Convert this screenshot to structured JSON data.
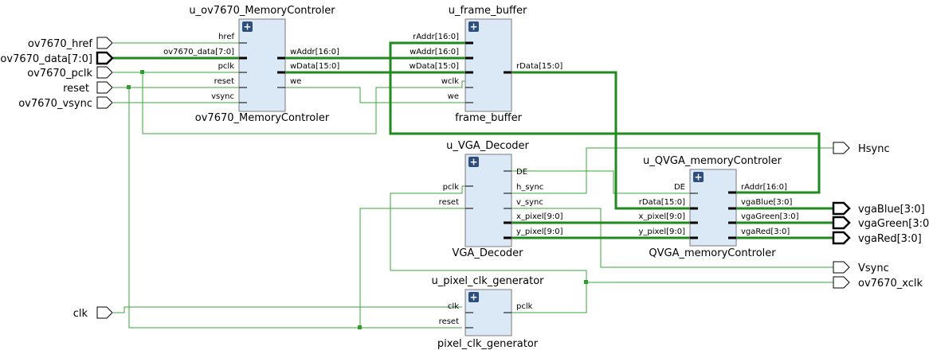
{
  "ports": {
    "ov7670_href": "ov7670_href",
    "ov7670_data": "ov7670_data[7:0]",
    "ov7670_pclk": "ov7670_pclk",
    "reset": "reset",
    "ov7670_vsync": "ov7670_vsync",
    "clk": "clk",
    "Hsync": "Hsync",
    "vgaBlue": "vgaBlue[3:0]",
    "vgaGreen": "vgaGreen[3:0]",
    "vgaRed": "vgaRed[3:0]",
    "Vsync": "Vsync",
    "ov7670_xclk": "ov7670_xclk"
  },
  "blocks": {
    "memctl": {
      "instance": "u_ov7670_MemoryControler",
      "module": "ov7670_MemoryControler",
      "pins": {
        "href": "href",
        "data": "ov7670_data[7:0]",
        "pclk": "pclk",
        "reset": "reset",
        "vsync": "vsync",
        "waddr": "wAddr[16:0]",
        "wdata": "wData[15:0]",
        "we": "we"
      }
    },
    "fb": {
      "instance": "u_frame_buffer",
      "module": "frame_buffer",
      "pins": {
        "raddr": "rAddr[16:0]",
        "waddr": "wAddr[16:0]",
        "wdata": "wData[15:0]",
        "wclk": "wclk",
        "we": "we",
        "rdata": "rData[15:0]"
      }
    },
    "vga": {
      "instance": "u_VGA_Decoder",
      "module": "VGA_Decoder",
      "pins": {
        "pclk": "pclk",
        "reset": "reset",
        "de": "DE",
        "hsync": "h_sync",
        "vsync": "v_sync",
        "xpix": "x_pixel[9:0]",
        "ypix": "y_pixel[9:0]"
      }
    },
    "qvga": {
      "instance": "u_QVGA_memoryControler",
      "module": "QVGA_memoryControler",
      "pins": {
        "de": "DE",
        "rdata": "rData[15:0]",
        "xpix": "x_pixel[9:0]",
        "ypix": "y_pixel[9:0]",
        "raddr": "rAddr[16:0]",
        "blue": "vgaBlue[3:0]",
        "green": "vgaGreen[3:0]",
        "red": "vgaRed[3:0]"
      }
    },
    "pclk": {
      "instance": "u_pixel_clk_generator",
      "module": "pixel_clk_generator",
      "pins": {
        "clk": "clk",
        "reset": "reset",
        "pclk": "pclk"
      }
    }
  },
  "expand_symbol": "+"
}
